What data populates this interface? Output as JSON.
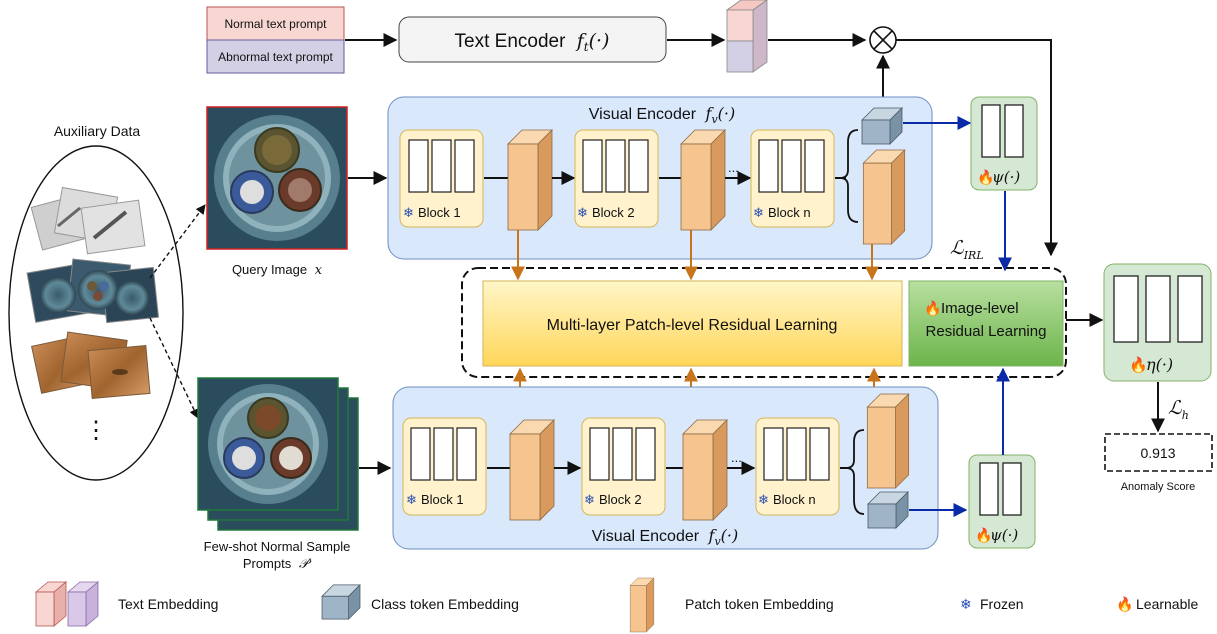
{
  "prompts": {
    "normal": "Normal text prompt",
    "abnormal": "Abnormal text prompt"
  },
  "text_encoder": {
    "label": "Text Encoder",
    "fn": "f",
    "sub": "t",
    "arg": "(·)"
  },
  "auxiliary_data": {
    "title": "Auxiliary Data",
    "ellipsis": "⋮"
  },
  "query_image": {
    "caption": "Query Image",
    "var": "x"
  },
  "few_shot": {
    "caption_line1": "Few-shot Normal Sample",
    "caption_line2": "Prompts",
    "var": "𝒫′"
  },
  "visual_encoder": {
    "label": "Visual Encoder",
    "fn": "f",
    "sub": "v",
    "arg": "(·)"
  },
  "blocks": [
    "Block 1",
    "Block 2",
    "Block n"
  ],
  "block_ellipsis": "...",
  "psi": {
    "fn": "ψ",
    "arg": "(·)"
  },
  "eta": {
    "fn": "η",
    "arg": "(·)"
  },
  "patch_residual": "Multi-layer Patch-level Residual Learning",
  "image_residual": {
    "line1": "Image-level",
    "line2": "Residual Learning"
  },
  "loss_irl": {
    "L": "ℒ",
    "sub": "IRL"
  },
  "loss_h": {
    "L": "ℒ",
    "sub": "h"
  },
  "multiply_symbol": "⊗",
  "anomaly": {
    "score": "0.913",
    "label": "Anomaly Score"
  },
  "legend": {
    "text_embedding": "Text Embedding",
    "class_token": "Class token Embedding",
    "patch_token": "Patch token Embedding",
    "frozen": "Frozen",
    "learnable": "Learnable"
  },
  "colors": {
    "normal_prompt": "#f8d7d3",
    "abnormal_prompt": "#d3d0e6",
    "encoder_bg": "#dae8fc",
    "block_bg": "#fff2cc",
    "patch_token": "#f6c48f",
    "class_token": "#9fb4c7",
    "psi_bg": "#d5e8d4",
    "residual_yellow": "#ffe38a",
    "residual_green": "#8cc86c",
    "arrow_blue": "#0a2aa8",
    "arrow_orange": "#c8741a"
  }
}
